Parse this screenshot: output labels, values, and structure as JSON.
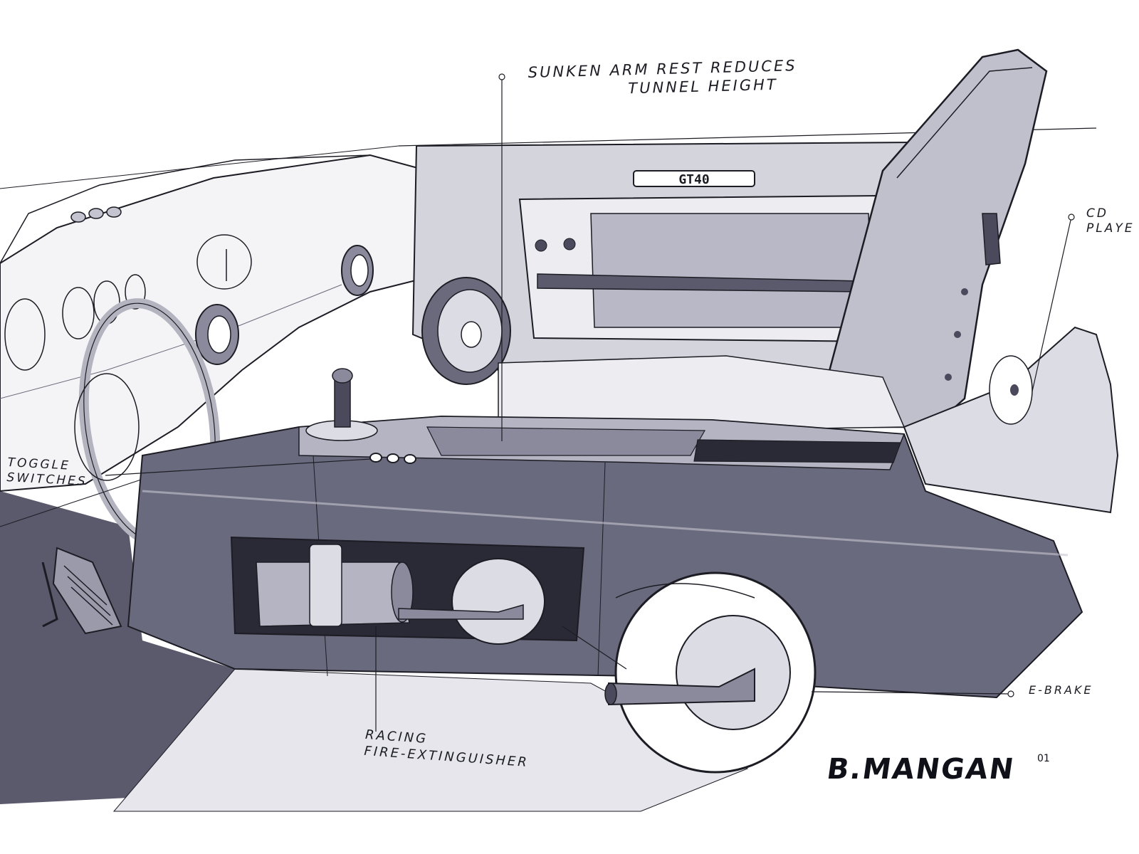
{
  "annotations": {
    "arm_rest": [
      "SUNKEN ARM REST REDUCES",
      "TUNNEL HEIGHT"
    ],
    "cd_player": [
      "CD",
      "PLAYE"
    ],
    "toggle_switches": [
      "TOGGLE",
      "SWITCHES"
    ],
    "e_brake": "E-BRAKE",
    "fire_extinguisher": [
      "RACING",
      "FIRE-EXTINGUISHER"
    ]
  },
  "signature": {
    "name": "B.MANGAN",
    "year": "01"
  },
  "badge_text": "GT40",
  "colors": {
    "ink": "#1c1c24",
    "marker_dark": "#4a4a5c",
    "marker_mid": "#8a8a9c",
    "marker_light": "#c4c4d0",
    "paper": "#ffffff"
  }
}
